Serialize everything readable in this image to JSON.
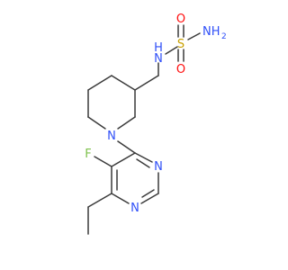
{
  "molecule": {
    "labels": {
      "amide_n": {
        "main": "N",
        "sub": "",
        "h": "H"
      },
      "sulfonamide_nh2": {
        "main": "NH",
        "sub": "2"
      },
      "sulfur": {
        "main": "S"
      },
      "oxygen_top": {
        "main": "O"
      },
      "oxygen_bottom": {
        "main": "O"
      },
      "piperidine_n": {
        "main": "N"
      },
      "fluorine": {
        "main": "F"
      },
      "pyrimidine_n_right": {
        "main": "N"
      },
      "pyrimidine_n_bottom": {
        "main": "N"
      }
    },
    "colors": {
      "nitrogen": "#3050F8",
      "sulfur": "#C8A000",
      "oxygen": "#FF0D0D",
      "fluorine": "#7CC04A",
      "bond": "#3a3a3a"
    }
  }
}
